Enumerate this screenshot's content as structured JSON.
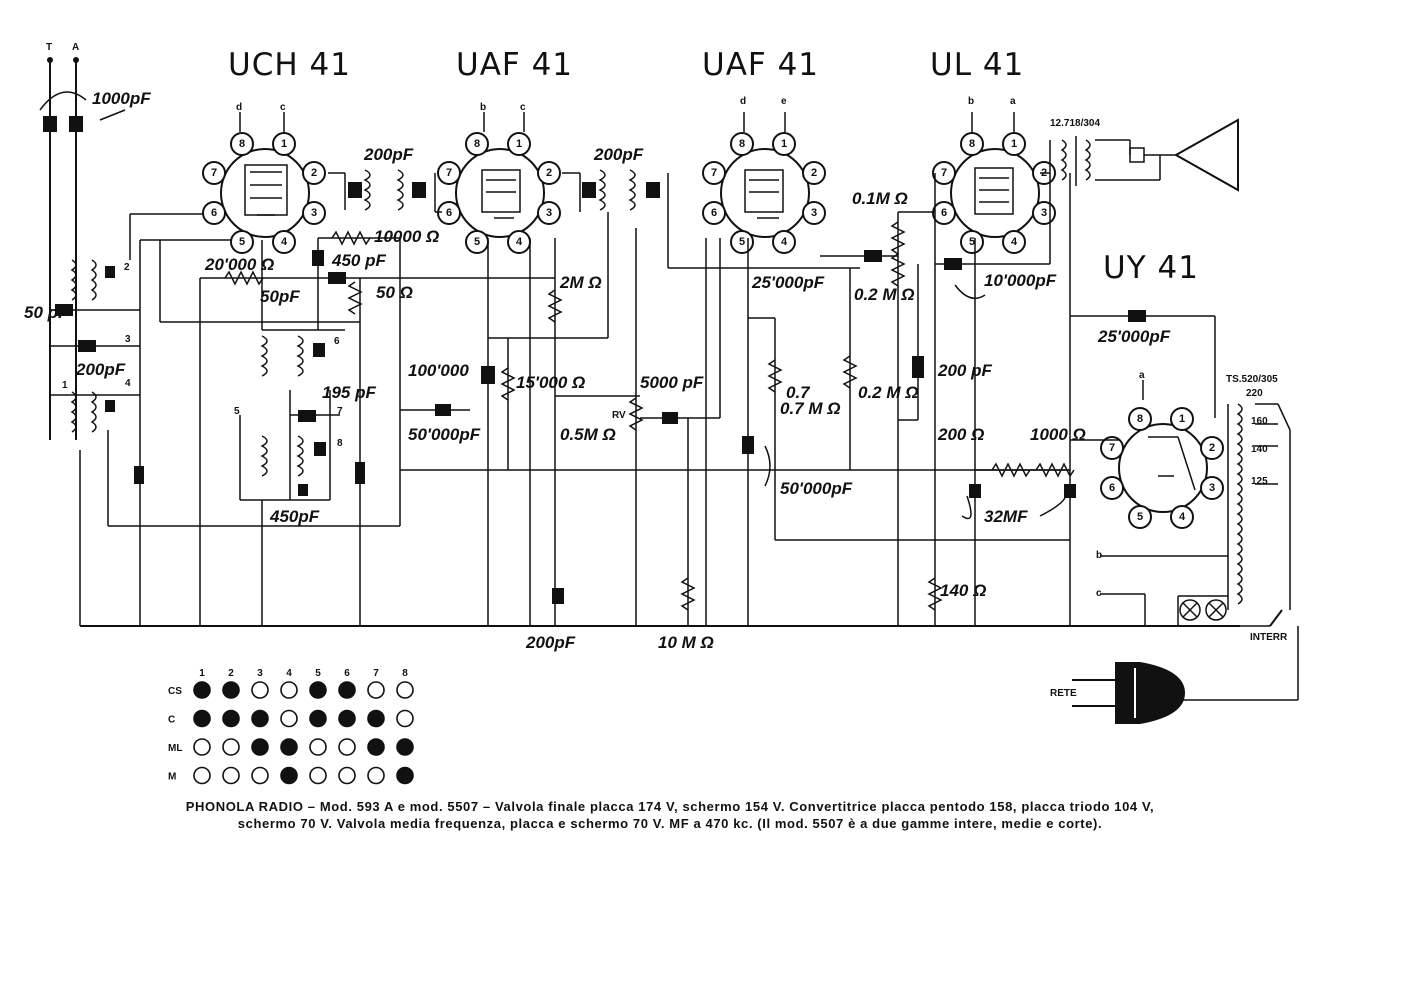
{
  "tubes": {
    "uch41": "UCH 41",
    "uaf41_a": "UAF 41",
    "uaf41_b": "UAF 41",
    "ul41": "UL 41",
    "uy41": "UY 41"
  },
  "antenna": {
    "t": "T",
    "a": "A"
  },
  "pins": {
    "p1": "1",
    "p2": "2",
    "p3": "3",
    "p4": "4",
    "p5": "5",
    "p6": "6",
    "p7": "7",
    "p8": "8"
  },
  "terminals": {
    "a": "a",
    "b": "b",
    "c": "c",
    "d": "d",
    "e": "e"
  },
  "components": {
    "c_1000pf": "1000pF",
    "c_200pf_a": "200pF",
    "c_200pf_b": "200pF",
    "r_10000": "10000 Ω",
    "c_450pf_a": "450 pF",
    "r_20000": "20'000 Ω",
    "c_50pf_a": "50pF",
    "r_50": "50 Ω",
    "c_50pf_b": "50 pF",
    "c_200pf_c": "200pF",
    "c_195pf": "195 pF",
    "c_450pf_b": "450pF",
    "r_2m": "2M Ω",
    "c_100000": "100'000",
    "r_15000": "15'000 Ω",
    "c_50000pf_a": "50'000pF",
    "c_5000pf": "5000 pF",
    "rv": "RV",
    "r_05m": "0.5M Ω",
    "c_200pf_d": "200pF",
    "r_10m": "10 M Ω",
    "c_25000pf_a": "25'000pF",
    "r_07m": "0.7 M Ω",
    "c_50000pf_b": "50'000pF",
    "r_01m": "0.1M Ω",
    "r_02m_a": "0.2 M Ω",
    "r_02m_b": "0.2 M Ω",
    "c_10000pf": "10'000pF",
    "c_200pf_e": "200 pF",
    "r_200": "200 Ω",
    "r_1000": "1000 Ω",
    "c_32mf": "32MF",
    "r_140": "140 Ω",
    "c_25000pf_b": "25'000pF",
    "transformer": "12.718/304",
    "ts": "TS.520/305",
    "v220": "220",
    "v160": "160",
    "v140": "140",
    "v125": "125",
    "interr": "INTERR",
    "rete": "RETE"
  },
  "switch_table": {
    "columns": [
      "1",
      "2",
      "3",
      "4",
      "5",
      "6",
      "7",
      "8"
    ],
    "rows": [
      {
        "label": "CS",
        "states": [
          1,
          1,
          0,
          0,
          1,
          1,
          0,
          0
        ]
      },
      {
        "label": "C",
        "states": [
          1,
          1,
          1,
          0,
          1,
          1,
          1,
          0
        ]
      },
      {
        "label": "ML",
        "states": [
          0,
          0,
          1,
          1,
          0,
          0,
          1,
          1
        ]
      },
      {
        "label": "M",
        "states": [
          0,
          0,
          0,
          1,
          0,
          0,
          0,
          1
        ]
      }
    ]
  },
  "caption": {
    "line1": "PHONOLA RADIO – Mod. 593 A e mod. 5507 – Valvola finale placca 174 V, schermo 154 V. Convertitrice placca pentodo 158, placca triodo 104 V,",
    "line2": "schermo 70 V. Valvola media frequenza, placca e schermo 70 V. MF a 470 kc. (Il mod. 5507 è a due gamme intere, medie e corte)."
  }
}
